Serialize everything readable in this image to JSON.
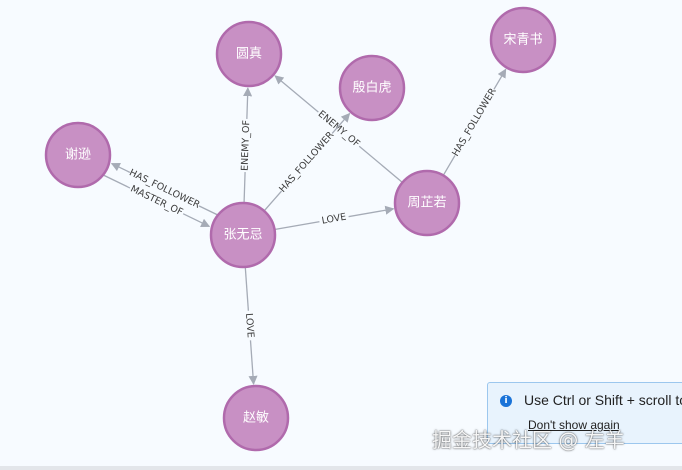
{
  "graph": {
    "nodes": [
      {
        "id": "n_yuanzhen",
        "label": "圆真"
      },
      {
        "id": "n_yinbaihu",
        "label": "殷白虎"
      },
      {
        "id": "n_songqingshu",
        "label": "宋青书"
      },
      {
        "id": "n_xiexun",
        "label": "谢逊"
      },
      {
        "id": "n_zhangwuji",
        "label": "张无忌"
      },
      {
        "id": "n_zhouzhiruo",
        "label": "周芷若"
      },
      {
        "id": "n_zhaomin",
        "label": "赵敏"
      }
    ],
    "edges": [
      {
        "source": "n_zhangwuji",
        "target": "n_yuanzhen",
        "label": "ENEMY_OF"
      },
      {
        "source": "n_zhouzhiruo",
        "target": "n_yuanzhen",
        "label": "ENEMY_OF"
      },
      {
        "source": "n_zhangwuji",
        "target": "n_yinbaihu",
        "label": "HAS_FOLLOWER"
      },
      {
        "source": "n_zhouzhiruo",
        "target": "n_songqingshu",
        "label": "HAS_FOLLOWER"
      },
      {
        "source": "n_xiexun",
        "target": "n_zhangwuji",
        "label": "MASTER_OF"
      },
      {
        "source": "n_zhangwuji",
        "target": "n_xiexun",
        "label": "HAS_FOLLOWER"
      },
      {
        "source": "n_zhangwuji",
        "target": "n_zhouzhiruo",
        "label": "LOVE"
      },
      {
        "source": "n_zhangwuji",
        "target": "n_zhaomin",
        "label": "LOVE"
      }
    ]
  },
  "toast": {
    "icon": "info-icon",
    "message": "Use Ctrl or Shift + scroll to",
    "dismiss_label": "Don't show again"
  },
  "watermark": "掘金技术社区 @ 左羊",
  "colors": {
    "background": "#f7fbff",
    "node_fill": "#c890c4",
    "node_stroke": "#b06aac",
    "edge": "#a5abb6",
    "toast_bg": "#e8f3fd",
    "info_blue": "#1a73d8"
  }
}
